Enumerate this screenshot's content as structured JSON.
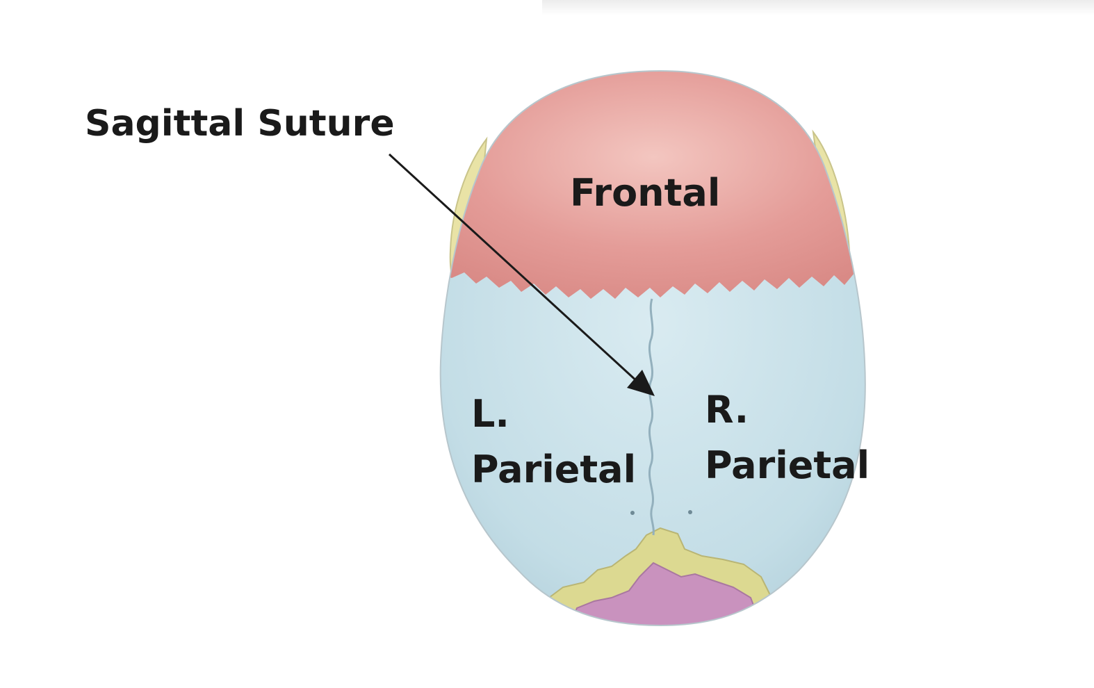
{
  "labels": {
    "sagittal_suture": "Sagittal Suture",
    "frontal": "Frontal",
    "left_parietal_line1": "L.",
    "left_parietal_line2": "Parietal",
    "right_parietal_line1": "R.",
    "right_parietal_line2": "Parietal"
  },
  "colors": {
    "frontal_bone": "#e49c98",
    "parietal_bone": "#c3dde6",
    "occipital_bone": "#c992be",
    "interparietal_bone": "#dcd991",
    "sphenoid_wings": "#e9e3a6",
    "arrow": "#1a1a1a"
  }
}
